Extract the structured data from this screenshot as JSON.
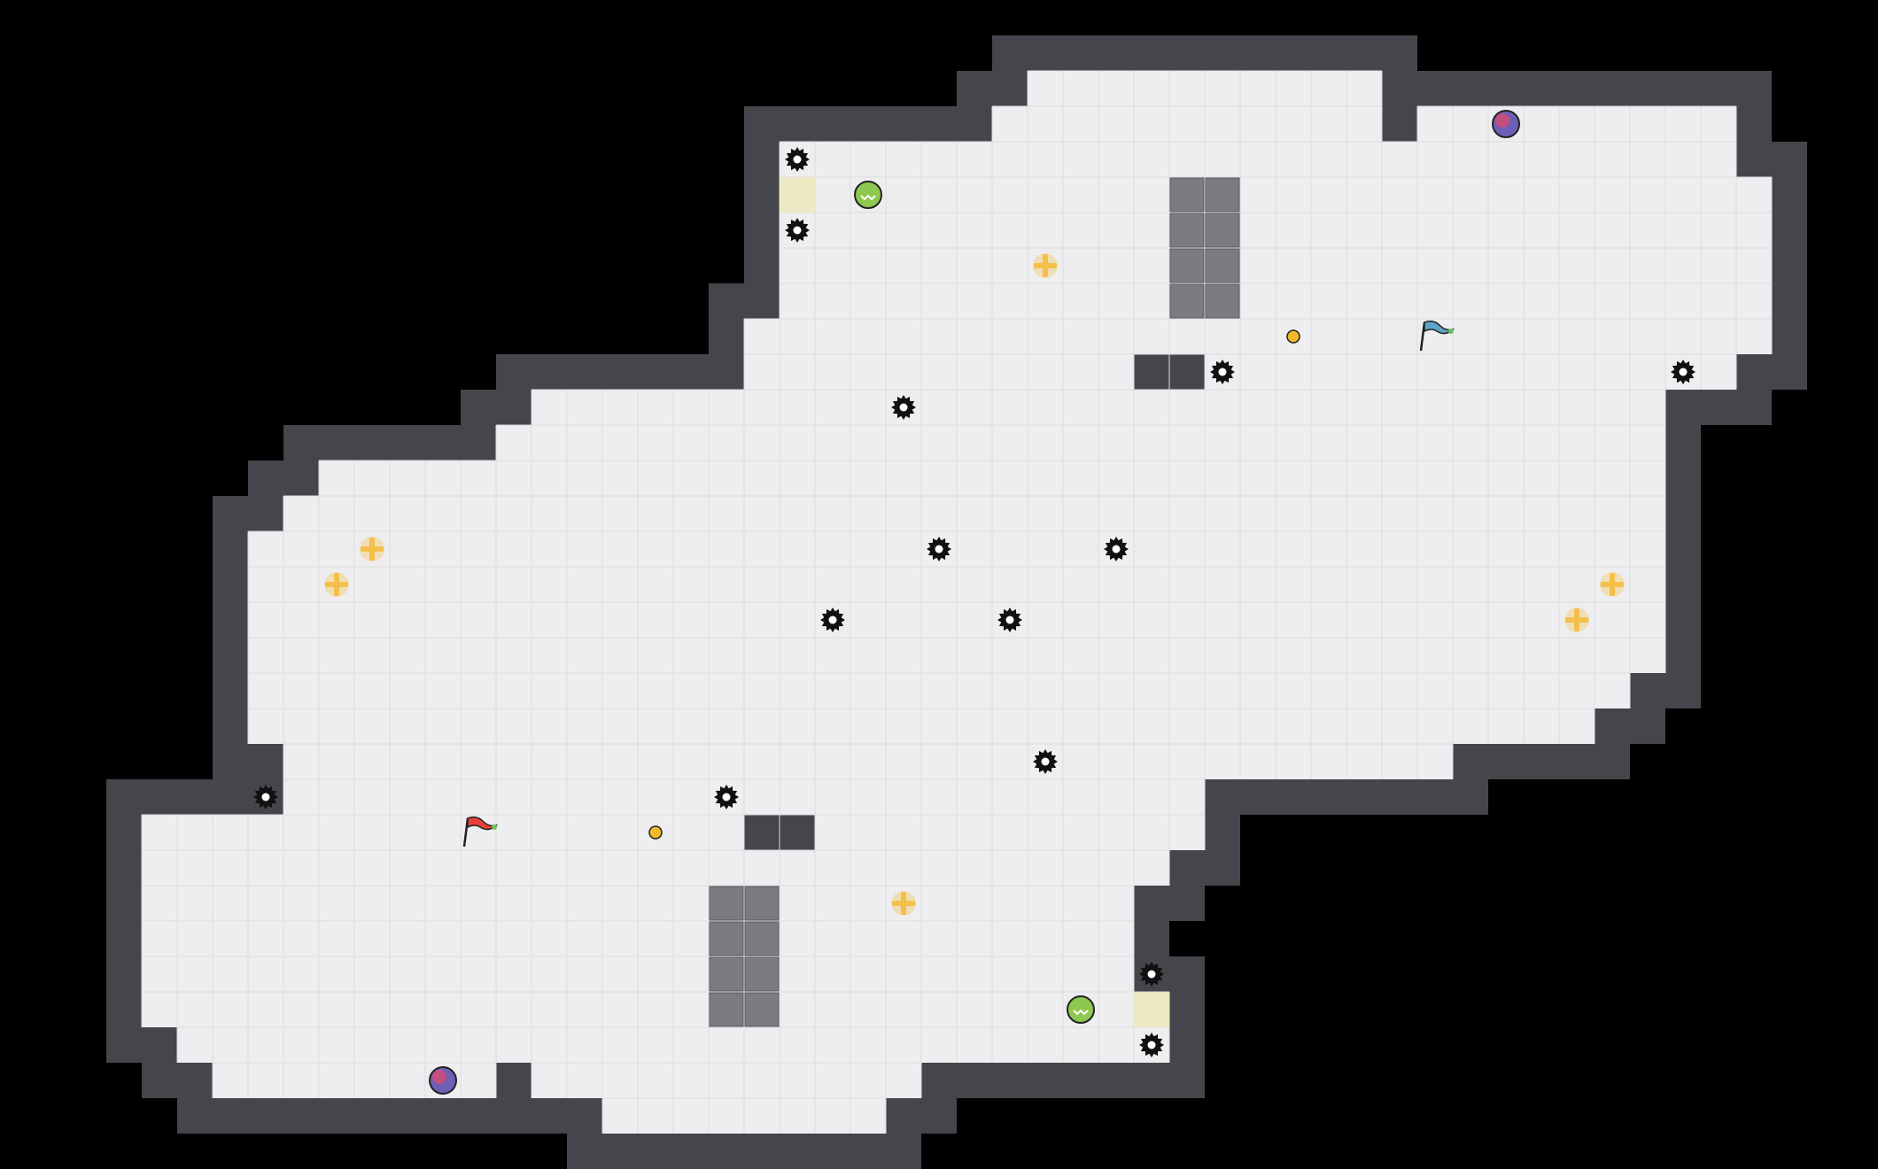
{
  "level": {
    "cols": 51,
    "rows": 31,
    "colors": {
      "background": "#000000",
      "wall": "#45454b",
      "wall_edge": "#2a2a2e",
      "floor": "#eeeef0",
      "grid_line": "#dcdce0",
      "grate": "#7c7c80",
      "pad": "#ece9c4",
      "flag_red": "#e8413c",
      "flag_blue": "#5fa3c9",
      "flag_tip": "#6fbf5c",
      "orb_pink": "#c24f7e",
      "orb_purple": "#6d5fb5",
      "orb_green": "#8fc850",
      "plus_gold": "#f4c04a",
      "coin": "#f2b92a",
      "spike": "#111111"
    },
    "floor_rows": [
      [
        27,
        35,
        37
      ],
      [
        27,
        37,
        39
      ],
      [
        26,
        36,
        37
      ],
      [
        25,
        31,
        32
      ],
      [
        25,
        32,
        32
      ],
      [
        24,
        33,
        33
      ],
      [
        24,
        35,
        35
      ],
      [
        28,
        35,
        38
      ],
      [
        27,
        33,
        34
      ],
      [
        28,
        35,
        37
      ],
      [
        28,
        34,
        36
      ],
      [
        27,
        34,
        35
      ],
      [
        27,
        36,
        36
      ],
      [
        27,
        35,
        37
      ],
      [
        28,
        33,
        36
      ],
      [
        27,
        36,
        37
      ],
      [
        29,
        34,
        35
      ],
      [
        31,
        34,
        37
      ],
      [
        33,
        33,
        31
      ],
      [
        33,
        30,
        27
      ],
      [
        32,
        28,
        24
      ],
      [
        33,
        25,
        23
      ],
      [
        33,
        22,
        22
      ],
      [
        34,
        22,
        22
      ],
      [
        33,
        23,
        23
      ],
      [
        33,
        20,
        20
      ],
      [
        33,
        20,
        24
      ],
      [
        32,
        17,
        17
      ],
      [
        32,
        17,
        17
      ],
      [
        32,
        13,
        10
      ]
    ],
    "floor_spans": [
      {
        "row": 1,
        "from": 27,
        "to": 35
      },
      {
        "row": 1,
        "to": 36
      },
      {
        "row": 2,
        "from": 26,
        "to": 36
      },
      {
        "row": 2,
        "from": 38,
        "to": 46
      },
      {
        "row": 3,
        "from": 20,
        "to": 46
      },
      {
        "row": 4,
        "from": 20,
        "to": 47
      },
      {
        "row": 5,
        "from": 20,
        "to": 47
      },
      {
        "row": 6,
        "from": 20,
        "to": 47
      },
      {
        "row": 7,
        "from": 20,
        "to": 47
      },
      {
        "row": 8,
        "from": 19,
        "to": 47
      },
      {
        "row": 9,
        "from": 19,
        "to": 46
      },
      {
        "row": 10,
        "from": 13,
        "to": 44
      },
      {
        "row": 11,
        "from": 12,
        "to": 44
      },
      {
        "row": 12,
        "from": 7,
        "to": 44
      },
      {
        "row": 13,
        "from": 6,
        "to": 44
      },
      {
        "row": 14,
        "from": 5,
        "to": 44
      },
      {
        "row": 15,
        "from": 5,
        "to": 44
      },
      {
        "row": 16,
        "from": 5,
        "to": 44
      },
      {
        "row": 17,
        "from": 5,
        "to": 44
      },
      {
        "row": 18,
        "from": 5,
        "to": 43
      },
      {
        "row": 19,
        "from": 5,
        "to": 42
      },
      {
        "row": 20,
        "from": 6,
        "to": 38
      },
      {
        "row": 21,
        "from": 6,
        "to": 31
      },
      {
        "row": 22,
        "from": 2,
        "to": 31
      },
      {
        "row": 23,
        "from": 2,
        "to": 30
      },
      {
        "row": 24,
        "from": 2,
        "to": 29
      },
      {
        "row": 25,
        "from": 2,
        "to": 29
      },
      {
        "row": 26,
        "from": 2,
        "to": 29
      },
      {
        "row": 27,
        "from": 2,
        "to": 30
      },
      {
        "row": 28,
        "from": 3,
        "to": 30
      },
      {
        "row": 29,
        "from": 4,
        "to": 11
      },
      {
        "row": 29,
        "from": 13,
        "to": 23
      },
      {
        "row": 30,
        "from": 15,
        "to": 22
      }
    ],
    "wall_blocks": [
      {
        "row": 9,
        "from": 30,
        "to": 31
      },
      {
        "row": 22,
        "from": 19,
        "to": 20
      }
    ],
    "grates": [
      {
        "row": 4,
        "from": 31,
        "to": 32
      },
      {
        "row": 5,
        "from": 31,
        "to": 32
      },
      {
        "row": 6,
        "from": 31,
        "to": 32
      },
      {
        "row": 7,
        "from": 31,
        "to": 32
      },
      {
        "row": 24,
        "from": 18,
        "to": 19
      },
      {
        "row": 25,
        "from": 18,
        "to": 19
      },
      {
        "row": 26,
        "from": 18,
        "to": 19
      },
      {
        "row": 27,
        "from": 18,
        "to": 19
      }
    ],
    "pads": [
      {
        "col": 20,
        "row": 4
      },
      {
        "col": 30,
        "row": 27
      }
    ],
    "spikes": [
      {
        "col": 20,
        "row": 3
      },
      {
        "col": 20,
        "row": 5
      },
      {
        "col": 23,
        "row": 10
      },
      {
        "col": 32,
        "row": 9
      },
      {
        "col": 45,
        "row": 9
      },
      {
        "col": 24,
        "row": 14
      },
      {
        "col": 29,
        "row": 14
      },
      {
        "col": 21,
        "row": 16
      },
      {
        "col": 26,
        "row": 16
      },
      {
        "col": 27,
        "row": 20
      },
      {
        "col": 5,
        "row": 21
      },
      {
        "col": 18,
        "row": 21
      },
      {
        "col": 30,
        "row": 26
      },
      {
        "col": 30,
        "row": 28
      }
    ],
    "pluses": [
      {
        "col": 27,
        "row": 6
      },
      {
        "col": 8,
        "row": 14
      },
      {
        "col": 7,
        "row": 15
      },
      {
        "col": 43,
        "row": 15
      },
      {
        "col": 42,
        "row": 16
      },
      {
        "col": 23,
        "row": 24
      }
    ],
    "coins": [
      {
        "col": 34,
        "row": 8
      },
      {
        "col": 16,
        "row": 22
      }
    ],
    "orbs_pink": [
      {
        "col": 40,
        "row": 2
      },
      {
        "col": 10,
        "row": 29
      }
    ],
    "orbs_green": [
      {
        "col": 22,
        "row": 4
      },
      {
        "col": 28,
        "row": 27
      }
    ],
    "flag_red": {
      "col": 11,
      "row": 22
    },
    "flag_blue": {
      "col": 38,
      "row": 8
    }
  }
}
